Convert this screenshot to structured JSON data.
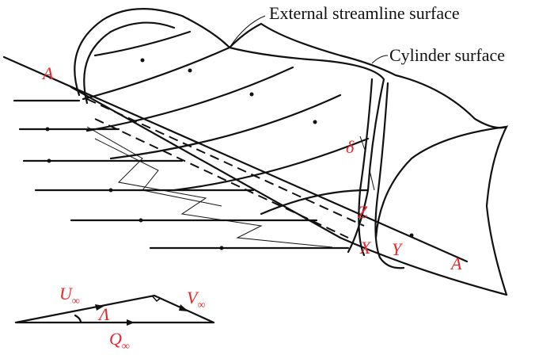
{
  "labels": {
    "external_surface": "External streamline surface",
    "cylinder_surface": "Cylinder surface",
    "line_a_left": "A",
    "line_a_right": "A",
    "delta": "δ",
    "point_z": "Z",
    "point_x": "X",
    "point_y": "Y"
  },
  "vector_triangle": {
    "u": "U",
    "v": "V",
    "q": "Q",
    "inf": "∞",
    "sweep_angle": "Λ"
  },
  "colors": {
    "annotation": "#e8262a",
    "line": "#111111"
  }
}
